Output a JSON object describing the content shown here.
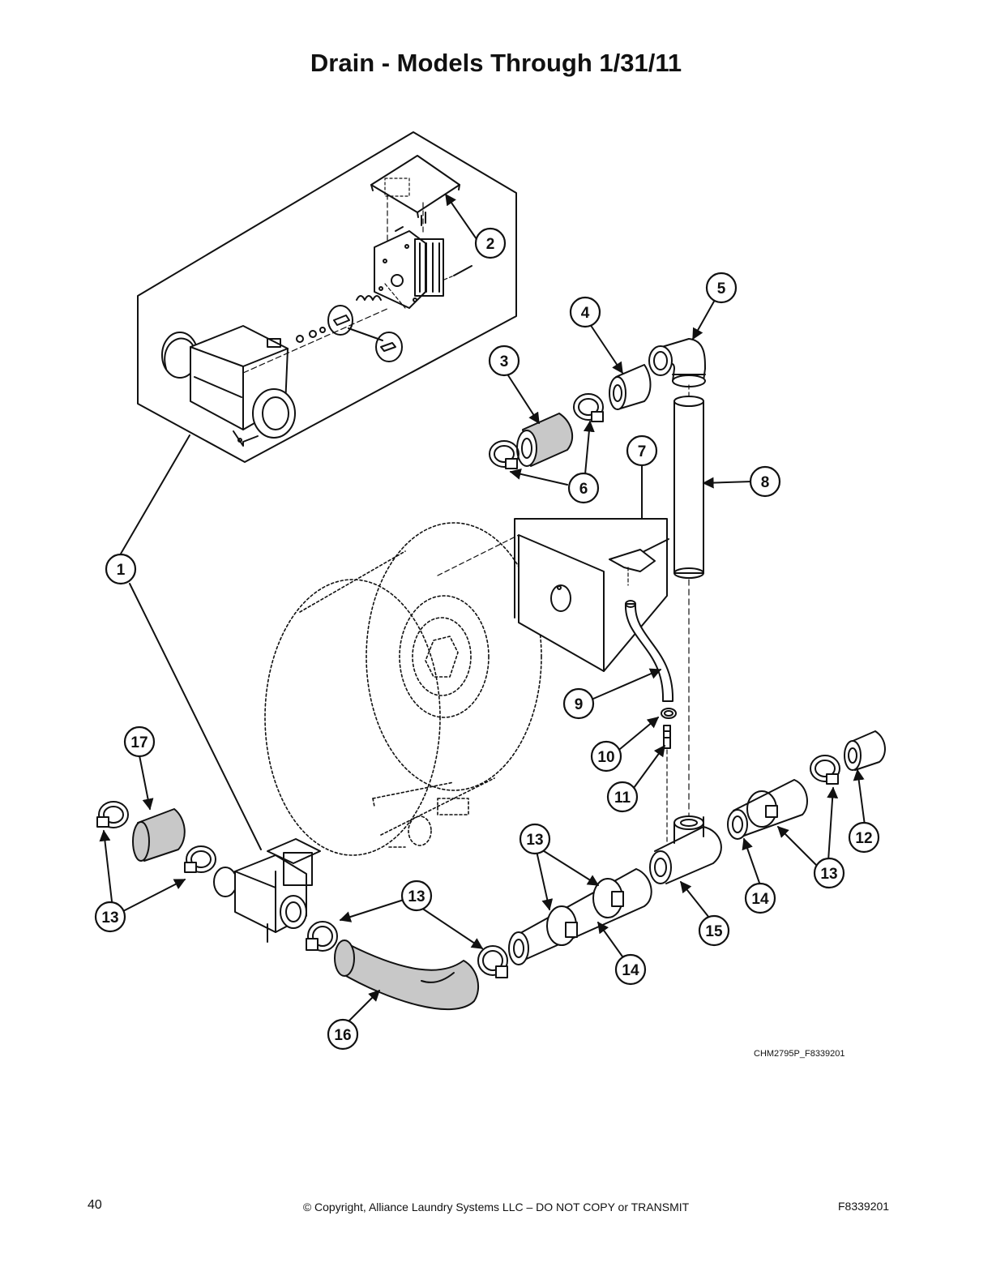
{
  "title": "Drain - Models Through 1/31/11",
  "figure_code": "CHM2795P_F8339201",
  "footer": {
    "page_number": "40",
    "copyright": "© Copyright, Alliance Laundry Systems LLC – DO NOT COPY or TRANSMIT",
    "document_number": "F8339201"
  },
  "callouts": [
    "1",
    "2",
    "3",
    "4",
    "5",
    "6",
    "7",
    "8",
    "9",
    "10",
    "11",
    "12",
    "13",
    "14",
    "15",
    "16",
    "17"
  ],
  "colors": {
    "line": "#111111",
    "fill": "#ffffff",
    "hose": "#c8c8c8"
  }
}
